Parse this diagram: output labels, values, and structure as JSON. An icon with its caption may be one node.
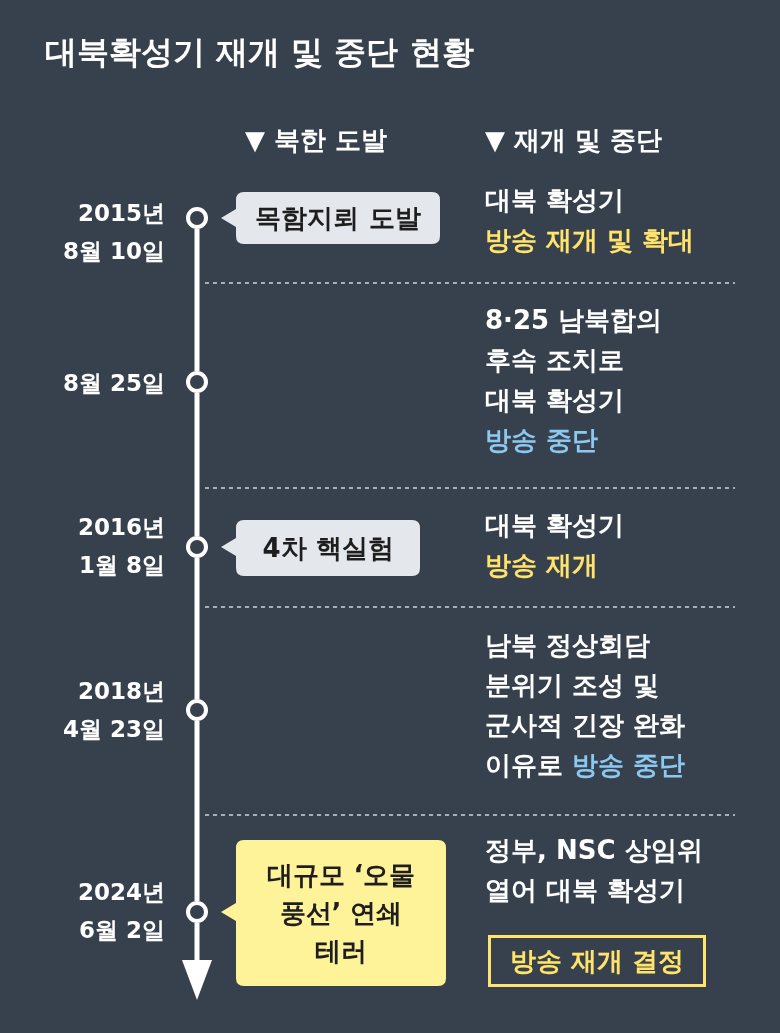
{
  "diagram": {
    "title": "대북확성기 재개 및 중단 현황",
    "nodes": [
      {
        "text": [],
        "shape": "circle",
        "beside": [
          "2015년 8월 10일"
        ]
      },
      {
        "text": [
          "목함지뢰 도발"
        ]
      },
      {
        "text": [],
        "shape": "circle",
        "beside": [
          "8월 25일"
        ]
      },
      {
        "text": [],
        "shape": "circle",
        "beside": [
          "2016년 1월 8일"
        ]
      },
      {
        "text": [
          "4차 핵실험"
        ]
      },
      {
        "text": [],
        "shape": "circle",
        "beside": [
          "2018년 4월 23일"
        ]
      },
      {
        "text": [],
        "shape": "circle",
        "beside": [
          "2024년 6월 2일"
        ]
      },
      {
        "text": [
          "대규모 ‘오물 풍선’ 연쇄 테러"
        ]
      },
      {
        "text": [
          "방송 재개 결정"
        ]
      }
    ],
    "edges": [
      {
        "from": 0,
        "to": 2,
        "arrow": "none"
      },
      {
        "from": 2,
        "to": 3,
        "arrow": "none"
      },
      {
        "from": 3,
        "to": 5,
        "arrow": "none"
      },
      {
        "from": 5,
        "to": 6,
        "arrow": "none"
      },
      {
        "from": 6,
        "to": null,
        "arrow": "to"
      }
    ],
    "labels": [
      "▼ 북한 도발",
      "▼ 재개 및 중단",
      "대북 확성기",
      "방송 재개 및 확대",
      "8·25 남북합의 후속 조치로 대북 확성기",
      "방송 중단",
      "대북 확성기",
      "방송 재개",
      "남북 정상회담 분위기 조성 및 군사적 긴장 완화 이유로",
      "방송 중단",
      "정부, NSC 상임위 열어 대북 확성기"
    ]
  }
}
